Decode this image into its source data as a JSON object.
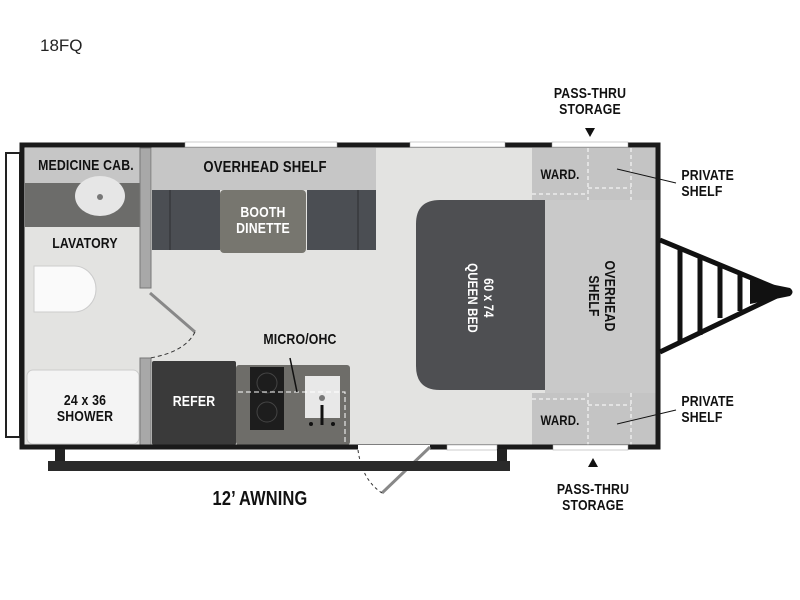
{
  "title": "18FQ",
  "labels": {
    "medicine_cab": "MEDICINE CAB.",
    "overhead_shelf_top": "OVERHEAD SHELF",
    "booth_dinette": [
      "BOOTH",
      "DINETTE"
    ],
    "lavatory": "LAVATORY",
    "micro_ohc": "MICRO/OHC",
    "shower": [
      "24 x 36",
      "SHOWER"
    ],
    "refer": "REFER",
    "awning": "12’ AWNING",
    "queen_bed": [
      "60 x 74",
      "QUEEN BED"
    ],
    "overhead_shelf_front": [
      "OVERHEAD",
      "SHELF"
    ],
    "ward_top": "WARD.",
    "ward_bottom": "WARD.",
    "private_shelf_top": [
      "PRIVATE",
      "SHELF"
    ],
    "private_shelf_bottom": [
      "PRIVATE",
      "SHELF"
    ],
    "pass_thru_top": [
      "PASS-THRU",
      "STORAGE"
    ],
    "pass_thru_bottom": [
      "PASS-THRU",
      "STORAGE"
    ]
  },
  "colors": {
    "floor": "#e3e3e1",
    "cabinet": "#c6c6c6",
    "upholstery": "#4b4e53",
    "wall": "#1a1a1a",
    "refer": "#3a3a3a"
  }
}
